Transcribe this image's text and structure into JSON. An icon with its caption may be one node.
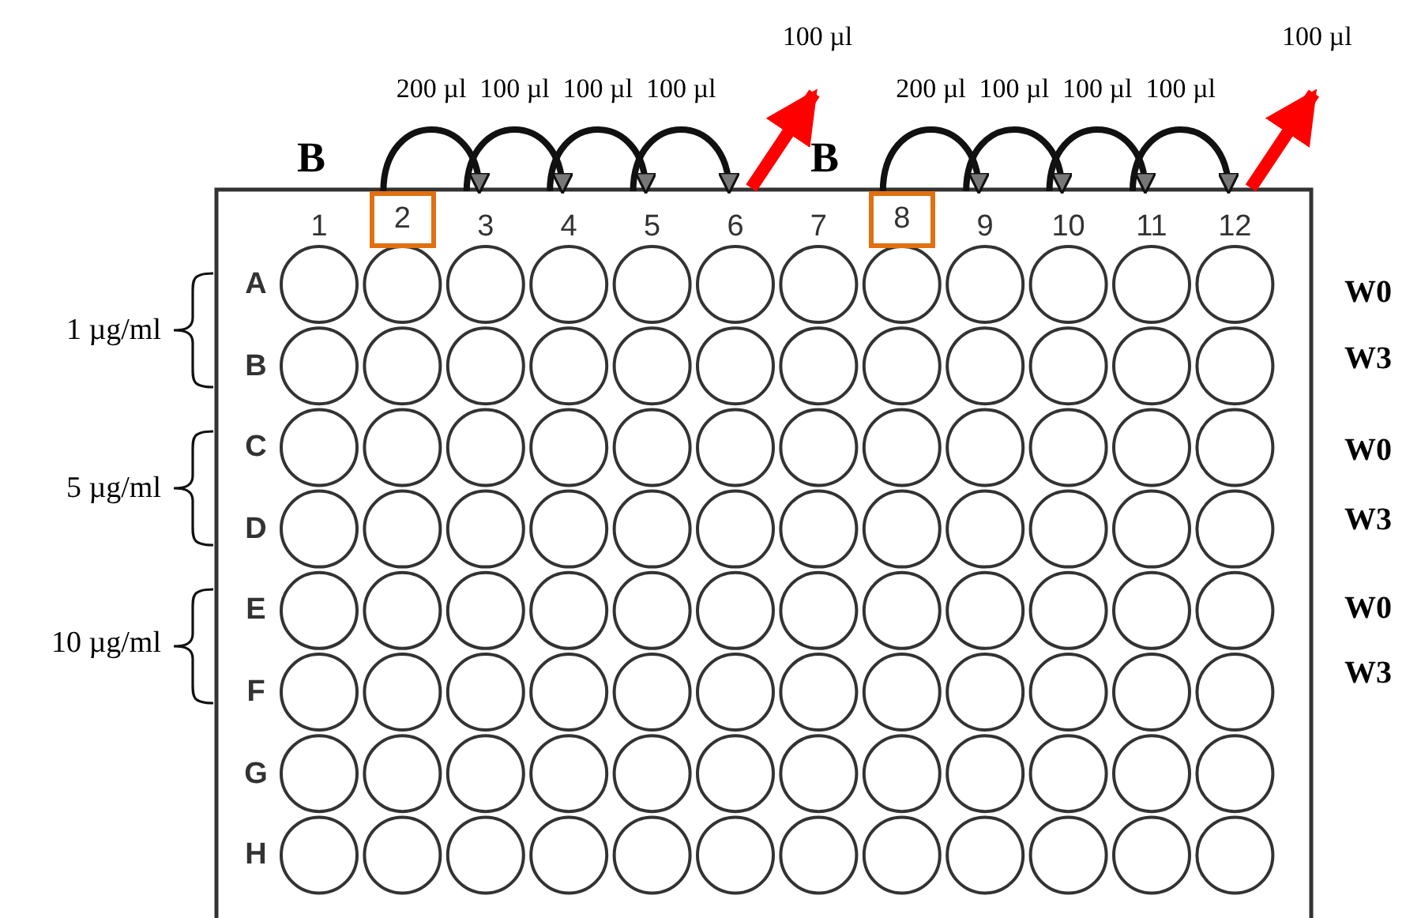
{
  "diagram": {
    "nodes": [
      {
        "text": [
          "1"
        ]
      },
      {
        "text": [
          "2"
        ]
      },
      {
        "text": [
          "3"
        ]
      },
      {
        "text": [
          "4"
        ]
      },
      {
        "text": [
          "5"
        ]
      },
      {
        "text": [
          "6"
        ]
      },
      {
        "text": [
          "7"
        ]
      },
      {
        "text": [
          "8"
        ]
      },
      {
        "text": [
          "9"
        ]
      },
      {
        "text": [
          "10"
        ]
      },
      {
        "text": [
          "11"
        ]
      },
      {
        "text": [
          "12"
        ]
      }
    ],
    "edges": [
      {
        "from": 1,
        "to": 2,
        "arrow": "to",
        "label": "200 µl"
      },
      {
        "from": 2,
        "to": 3,
        "arrow": "to",
        "label": "100 µl"
      },
      {
        "from": 3,
        "to": 4,
        "arrow": "to",
        "label": "100 µl"
      },
      {
        "from": 4,
        "to": 5,
        "arrow": "to",
        "label": "100 µl"
      },
      {
        "from": 5,
        "to": null,
        "arrow": "to",
        "label": "100 µl",
        "style": "thick",
        "color": "#ff0000"
      },
      {
        "from": 7,
        "to": 8,
        "arrow": "to",
        "label": "200 µl"
      },
      {
        "from": 8,
        "to": 9,
        "arrow": "to",
        "label": "100 µl"
      },
      {
        "from": 9,
        "to": 10,
        "arrow": "to",
        "label": "100 µl"
      },
      {
        "from": 10,
        "to": 11,
        "arrow": "to",
        "label": "100 µl"
      },
      {
        "from": 11,
        "to": null,
        "arrow": "to",
        "label": "100 µl",
        "style": "thick",
        "color": "#ff0000"
      }
    ],
    "labels": [
      "B",
      "B",
      "A",
      "W0",
      "1 µg/ml",
      "B",
      "W3",
      "C",
      "W0",
      "5 µg/ml",
      "D",
      "W3",
      "E",
      "W0",
      "10 µg/ml",
      "F",
      "W3",
      "G",
      "H"
    ]
  }
}
